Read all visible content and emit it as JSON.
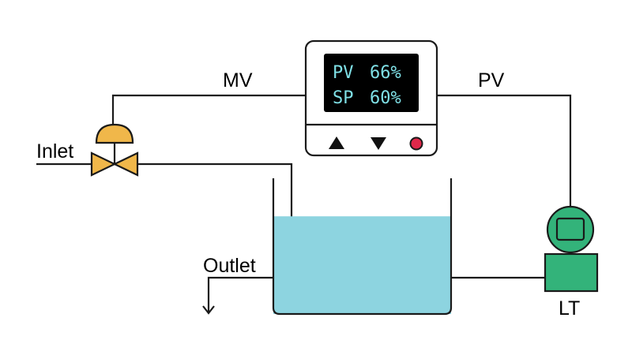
{
  "labels": {
    "mv": "MV",
    "pv": "PV",
    "inlet": "Inlet",
    "outlet": "Outlet",
    "transmitter": "LT"
  },
  "controller": {
    "row1_tag": "PV",
    "row1_value": "66%",
    "row2_tag": "SP",
    "row2_value": "60%",
    "buttons": [
      "up-arrow",
      "down-arrow",
      "red-dot"
    ]
  },
  "tank": {
    "liquid_level_fraction": 0.72
  },
  "colors": {
    "liquid": "#8dd4e0",
    "valve": "#f0b74a",
    "transmitter": "#33b37a",
    "display_bg": "#000000",
    "display_text": "#7fe0e6",
    "button_red": "#e0284a"
  }
}
